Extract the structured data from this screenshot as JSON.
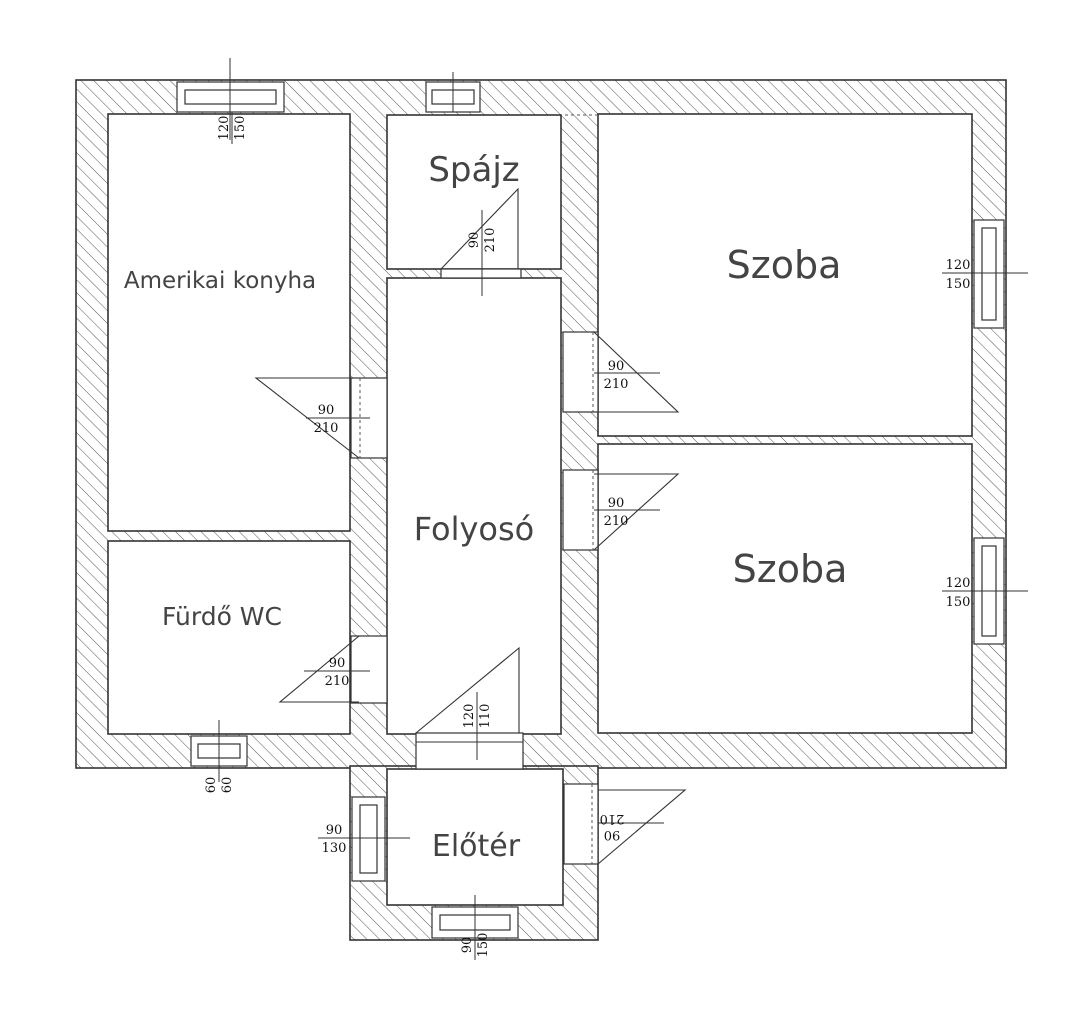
{
  "rooms": {
    "spajz": "Spájz",
    "amerikai_konyha": "Amerikai konyha",
    "szoba_top": "Szoba",
    "folyoso": "Folyosó",
    "szoba_bottom": "Szoba",
    "furdo_wc": "Fürdő WC",
    "eloter": "Előtér"
  },
  "windows": {
    "kitchen_top": {
      "top": "120",
      "bottom": "150"
    },
    "szoba_top": {
      "top": "120",
      "bottom": "150"
    },
    "szoba_bottom": {
      "top": "120",
      "bottom": "150"
    },
    "bath": {
      "top": "60",
      "bottom": "60"
    },
    "eloter_left": {
      "top": "90",
      "bottom": "130"
    },
    "eloter_bottom": {
      "top": "90",
      "bottom": "150"
    }
  },
  "doors": {
    "spajz": {
      "top": "90",
      "bottom": "210"
    },
    "kitchen": {
      "top": "90",
      "bottom": "210"
    },
    "szoba_top": {
      "top": "90",
      "bottom": "210"
    },
    "szoba_bottom": {
      "top": "90",
      "bottom": "210"
    },
    "bath": {
      "top": "90",
      "bottom": "210"
    },
    "corridor": {
      "top": "120",
      "bottom": "110"
    },
    "eloter_right": {
      "top": "90",
      "bottom": "210"
    }
  }
}
